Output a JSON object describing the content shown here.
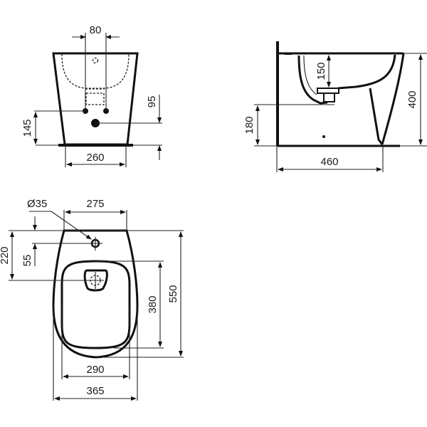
{
  "drawing": {
    "subject": "Floor-standing bidet",
    "units": "mm",
    "colors": {
      "line": "#111111",
      "background": "#ffffff"
    }
  },
  "front_view": {
    "dims": {
      "tap_holes_spacing": "80",
      "waste_height": "95",
      "supply_height": "145",
      "base_width": "260"
    }
  },
  "side_view": {
    "dims": {
      "bowl_depth": "150",
      "total_height": "400",
      "outlet_height": "180",
      "depth": "460"
    }
  },
  "top_view": {
    "dims": {
      "tap_hole_diameter": "Ø35",
      "rear_width": "275",
      "tap_hole_offset": "55",
      "waste_offset": "220",
      "bowl_length": "380",
      "total_length": "550",
      "bowl_width": "290",
      "total_width": "365"
    }
  }
}
